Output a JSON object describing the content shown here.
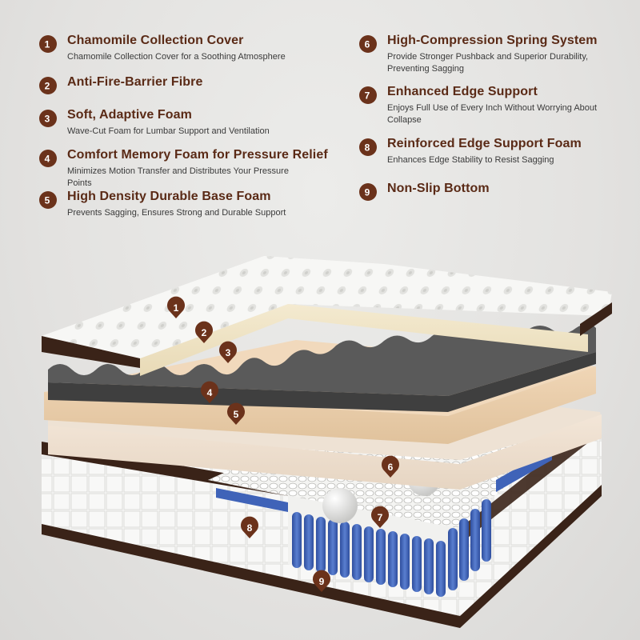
{
  "colors": {
    "brand": "#5a2a16",
    "pin": "#6b321b",
    "coil": "#3f63b8",
    "cover": "#f6f6f4"
  },
  "legend": [
    {
      "num": "1",
      "title": "Chamomile Collection Cover",
      "desc": "Chamomile Collection Cover for a Soothing Atmosphere"
    },
    {
      "num": "2",
      "title": "Anti-Fire-Barrier Fibre",
      "desc": ""
    },
    {
      "num": "3",
      "title": "Soft, Adaptive Foam",
      "desc": "Wave-Cut Foam for Lumbar Support and Ventilation"
    },
    {
      "num": "4",
      "title": "Comfort Memory Foam for Pressure Relief",
      "desc": "Minimizes Motion Transfer and Distributes Your Pressure Points"
    },
    {
      "num": "5",
      "title": "High Density Durable Base Foam",
      "desc": "Prevents Sagging, Ensures Strong and Durable Support"
    },
    {
      "num": "6",
      "title": "High-Compression Spring System",
      "desc": "Provide Stronger Pushback and Superior Durability, Preventing Sagging"
    },
    {
      "num": "7",
      "title": "Enhanced Edge Support",
      "desc": "Enjoys Full Use of Every Inch Without Worrying About Collapse"
    },
    {
      "num": "8",
      "title": "Reinforced Edge Support Foam",
      "desc": "Enhances Edge Stability to Resist Sagging"
    },
    {
      "num": "9",
      "title": "Non-Slip Bottom",
      "desc": ""
    }
  ],
  "markers": [
    "1",
    "2",
    "3",
    "4",
    "5",
    "6",
    "7",
    "8",
    "9"
  ]
}
